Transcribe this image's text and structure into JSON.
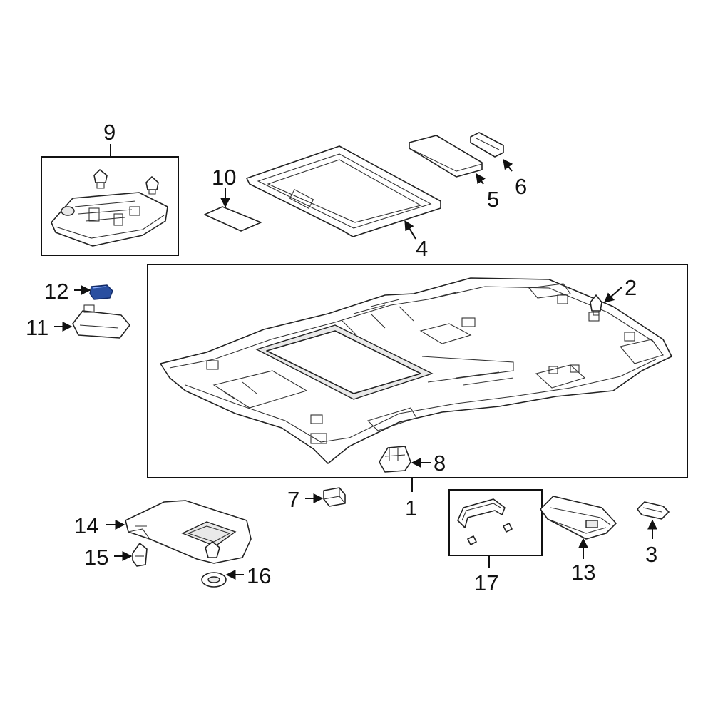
{
  "diagram": {
    "callouts": {
      "c1": "1",
      "c2": "2",
      "c3": "3",
      "c4": "4",
      "c5": "5",
      "c6": "6",
      "c7": "7",
      "c8": "8",
      "c9": "9",
      "c10": "10",
      "c11": "11",
      "c12": "12",
      "c13": "13",
      "c14": "14",
      "c15": "15",
      "c16": "16",
      "c17": "17"
    },
    "colors": {
      "line": "#111111",
      "highlight": "#2a4fa0",
      "background": "#ffffff"
    },
    "icons": {
      "p1": "headliner-panel-icon",
      "p2": "retainer-clip-icon",
      "p3": "retainer-bracket-icon",
      "p4": "sunroof-frame-icon",
      "p5": "pad-block-icon",
      "p6": "bracket-strip-icon",
      "p7": "connector-icon",
      "p8": "dome-lamp-base-icon",
      "p9": "overhead-console-icon",
      "p10": "insulator-pad-icon",
      "p11": "map-lamp-lens-icon",
      "p12": "bulb-icon",
      "p13": "reading-lamp-icon",
      "p14": "sun-visor-icon",
      "p15": "visor-bracket-icon",
      "p16": "visor-holder-icon",
      "p17": "grab-handle-icon"
    }
  }
}
